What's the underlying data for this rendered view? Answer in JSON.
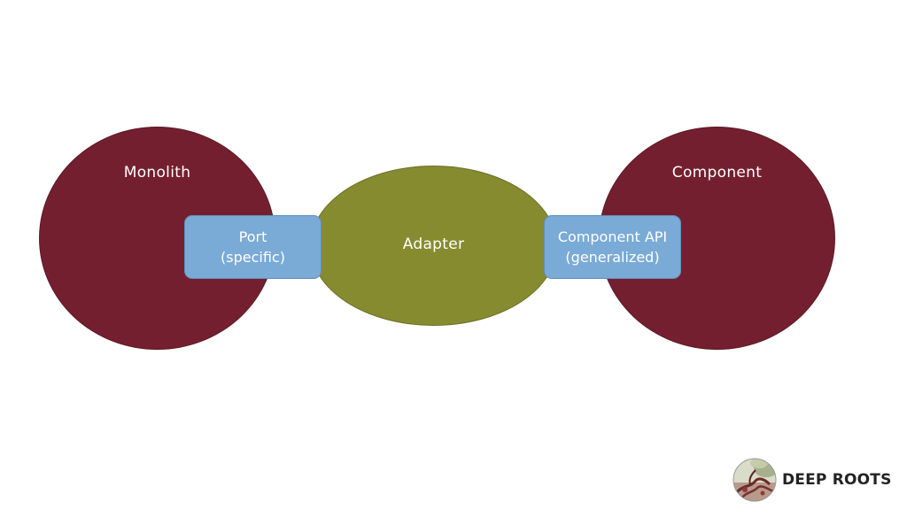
{
  "diagram": {
    "monolith_label": "Monolith",
    "component_label": "Component",
    "adapter_label": "Adapter",
    "port": {
      "line1": "Port",
      "line2": "(specific)"
    },
    "component_api": {
      "line1": "Component API",
      "line2": "(generalized)"
    },
    "colors": {
      "circle_fill": "#741f2f",
      "adapter_fill": "#868b30",
      "box_fill": "#7aaad6"
    }
  },
  "logo": {
    "text": "DEEP ROOTS",
    "icon": "deep-roots-logo-icon"
  }
}
